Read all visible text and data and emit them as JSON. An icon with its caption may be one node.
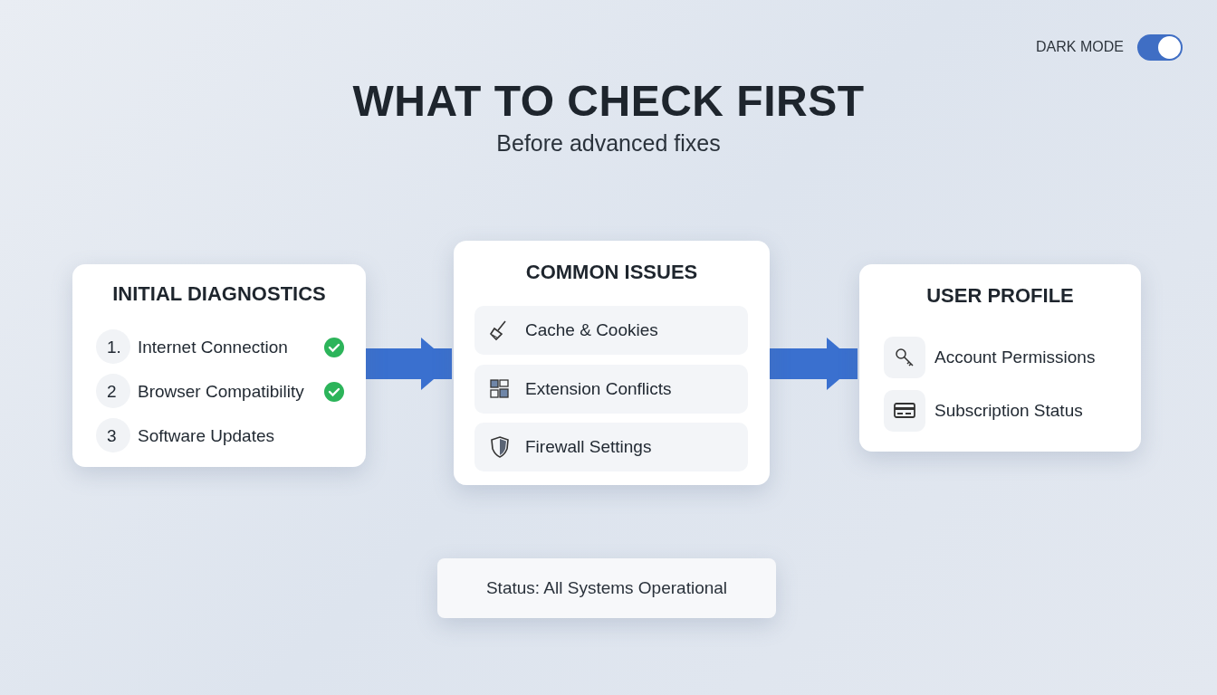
{
  "diagram": {
    "title": "WHAT TO CHECK FIRST",
    "nodes": [
      {
        "text": [
          "INITIAL DIAGNOSTICS"
        ]
      },
      {
        "text": [
          "COMMON ISSUES"
        ]
      },
      {
        "text": [
          "Cache & Cookies"
        ],
        "in": 1
      },
      {
        "text": [
          "Extension Conflicts"
        ],
        "in": 1
      },
      {
        "text": [
          "Firewall Settings"
        ],
        "in": 1
      },
      {
        "text": [
          "USER PROFILE"
        ]
      },
      {
        "text": [
          "Status: All Systems Operational"
        ]
      }
    ],
    "edges": [
      {
        "from": 0,
        "to": 1,
        "arrow": "to"
      },
      {
        "from": 1,
        "to": 5,
        "arrow": "to"
      }
    ],
    "labels": [
      "DARK MODE",
      "Before advanced fixes",
      "1.",
      "Internet Connection",
      "2",
      "Browser Compatibility",
      "3",
      "Software Updates",
      "Account Permissions",
      "Subscription Status"
    ]
  }
}
